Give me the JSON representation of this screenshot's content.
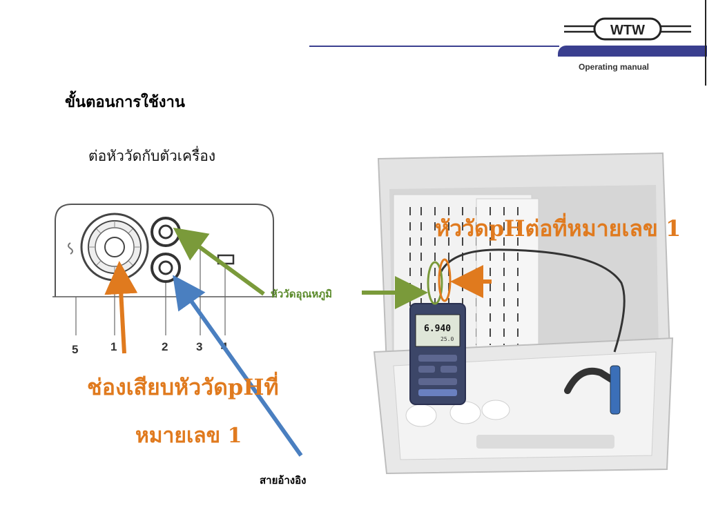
{
  "header": {
    "logo_text": "WTW",
    "manual_label": "Operating manual",
    "accent_color": "#3a3f8f"
  },
  "slide": {
    "title": "ขั้นตอนการใช้งาน",
    "subtitle": "ต่อหัววัดกับตัวเครื่อง"
  },
  "diagram": {
    "socket_numbers": [
      "5",
      "1",
      "2",
      "3",
      "4"
    ]
  },
  "device": {
    "display_value": "6.940",
    "display_sub": "25.0"
  },
  "callouts": {
    "ph_socket_line1": "ช่องเสียบหัววัดpHที่",
    "ph_socket_line2": "หมายเลข 1",
    "ph_probe": "หัววัดpHต่อที่หมายเลข 1",
    "temp_probe": "หัววัดอุณหภูมิ",
    "reference": "สายอ้างอิง",
    "colors": {
      "orange": "#e07a1e",
      "green": "#7a9a3a",
      "blue": "#4a7fc0"
    }
  }
}
